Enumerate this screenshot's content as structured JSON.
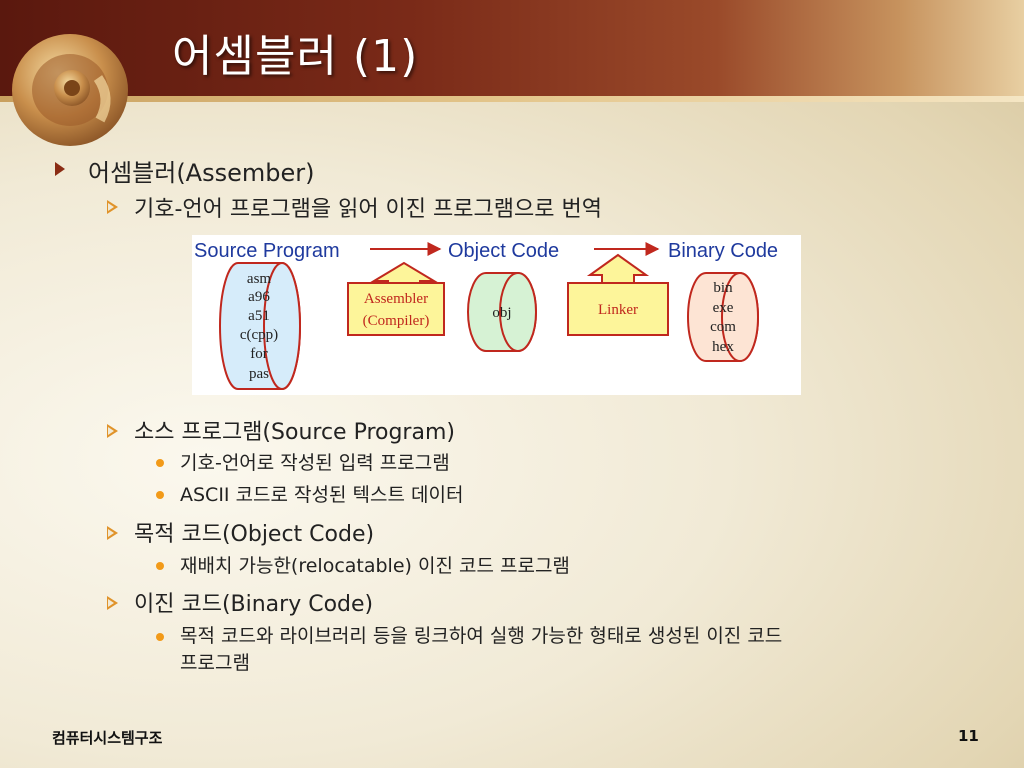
{
  "title": "어셈블러 (1)",
  "bullets": {
    "b1": "어셈블러(Assember)",
    "b1_1": "기호-언어 프로그램을 읽어 이진 프로그램으로 번역",
    "b2": "소스 프로그램(Source Program)",
    "b2_1": "기호-언어로 작성된 입력 프로그램",
    "b2_2": "ASCII 코드로 작성된 텍스트 데이터",
    "b3": "목적 코드(Object Code)",
    "b3_1": "재배치 가능한(relocatable) 이진 코드 프로그램",
    "b4": "이진 코드(Binary Code)",
    "b4_1a": "목적 코드와 라이브러리 등을 링크하여 실행 가능한 형태로 생성된 이진 코드",
    "b4_1b": "프로그램"
  },
  "diagram": {
    "source_label": "Source Program",
    "object_label": "Object Code",
    "binary_label": "Binary Code",
    "source_items": [
      "asm",
      "a96",
      "a51",
      "c(cpp)",
      "for",
      "pas"
    ],
    "assembler_line1": "Assembler",
    "assembler_line2": "(Compiler)",
    "obj_item": "obj",
    "linker_label": "Linker",
    "binary_items": [
      "bin",
      "exe",
      "com",
      "hex"
    ]
  },
  "footer": {
    "left": "컴퓨터시스템구조",
    "page": "11"
  },
  "colors": {
    "header_dark": "#5a180e",
    "label_blue": "#1f3a9e",
    "arrow_red": "#c0281e",
    "bullet_orange": "#f29a18",
    "box_yellow": "#fdf59a",
    "cyl_blue": "#d6ecfa",
    "cyl_green": "#d6f2d4",
    "cyl_pink": "#fde4d4"
  }
}
